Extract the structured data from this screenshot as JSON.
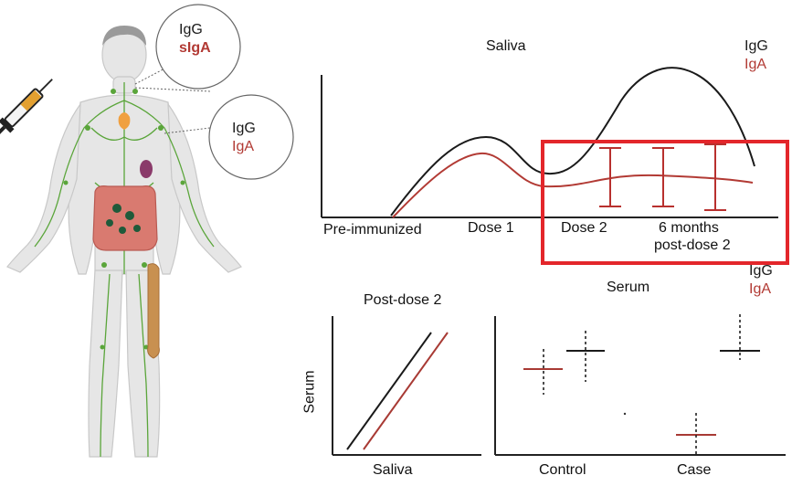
{
  "bubbles": {
    "upper": {
      "line1": "IgG",
      "line2": "sIgA"
    },
    "lower": {
      "line1": "IgG",
      "line2": "IgA"
    }
  },
  "colors": {
    "igg": "#1a1a1a",
    "iga": "#b23a34",
    "lymph": "#5aa53a",
    "highlight": "#e3262b",
    "body": "#e8e8e8"
  },
  "saliva_chart": {
    "title": "Saliva",
    "legend": {
      "igg": "IgG",
      "iga": "IgA"
    },
    "x_labels": [
      "Pre-immunized",
      "Dose 1",
      "Dose 2",
      "6 months",
      "post-dose 2"
    ]
  },
  "post_dose_chart": {
    "title": "Post-dose 2",
    "xlabel": "Saliva",
    "ylabel": "Serum"
  },
  "serum_chart": {
    "title": "Serum",
    "legend": {
      "igg": "IgG",
      "iga": "IgA"
    },
    "x_labels": [
      "Control",
      "Case"
    ]
  },
  "chart_data": [
    {
      "type": "line",
      "title": "Saliva",
      "categories": [
        "Pre-immunized",
        "Dose 1",
        "Dose 2",
        "6 months post-dose 2"
      ],
      "series": [
        {
          "name": "IgG",
          "description_color": "#1a1a1a"
        },
        {
          "name": "IgA",
          "description_color": "#b23a34"
        }
      ]
    },
    {
      "type": "line",
      "title": "Post-dose 2",
      "xlabel": "Saliva",
      "ylabel": "Serum"
    },
    {
      "type": "scatter",
      "title": "Serum",
      "categories": [
        "Control",
        "Case"
      ],
      "series": [
        {
          "name": "IgG"
        },
        {
          "name": "IgA"
        }
      ]
    }
  ]
}
